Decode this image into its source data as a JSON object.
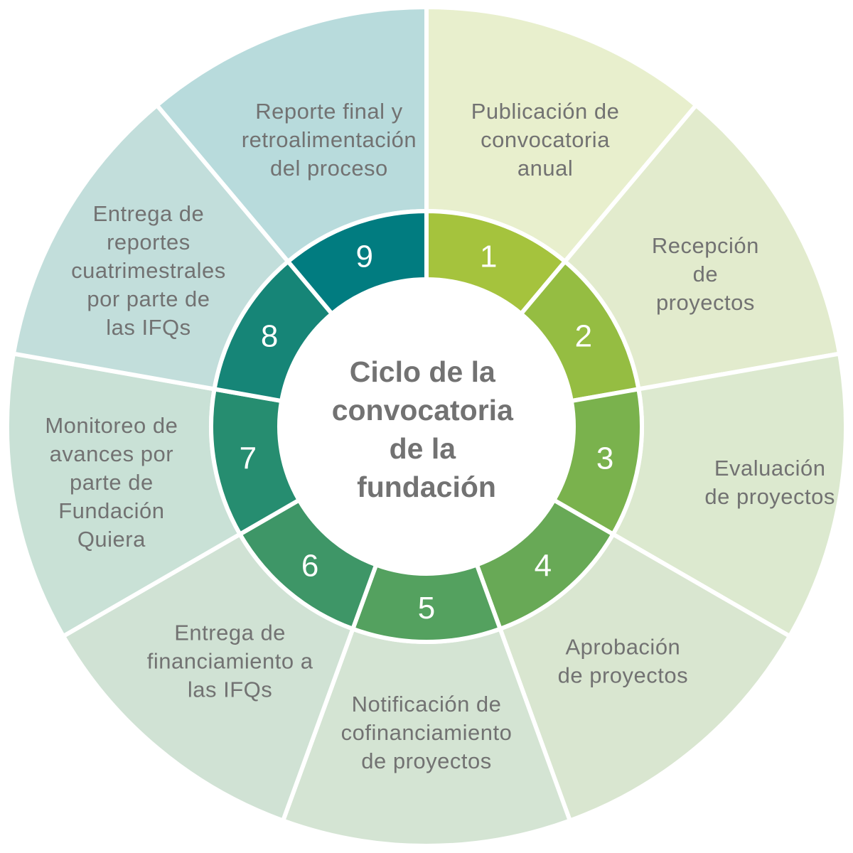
{
  "title_lines": [
    "Ciclo de la",
    "convocatoria",
    "de la",
    "fundación"
  ],
  "steps": [
    {
      "number": "1",
      "label_lines": [
        "Publicación de",
        "convocatoria",
        "anual"
      ],
      "outer_color": "#e8efcd",
      "inner_color": "#a5c33d"
    },
    {
      "number": "2",
      "label_lines": [
        "Recepción",
        "de",
        "proyectos"
      ],
      "outer_color": "#e2ebcd",
      "inner_color": "#95bd42"
    },
    {
      "number": "3",
      "label_lines": [
        "Evaluación",
        "de proyectos"
      ],
      "outer_color": "#dce9cf",
      "inner_color": "#7ab24d"
    },
    {
      "number": "4",
      "label_lines": [
        "Aprobación",
        "de proyectos"
      ],
      "outer_color": "#d9e6d0",
      "inner_color": "#68a956"
    },
    {
      "number": "5",
      "label_lines": [
        "Notificación de",
        "cofinanciamiento",
        "de proyectos"
      ],
      "outer_color": "#d4e4d3",
      "inner_color": "#54a15f"
    },
    {
      "number": "6",
      "label_lines": [
        "Entrega de",
        "financiamiento a",
        "las IFQs"
      ],
      "outer_color": "#d0e2d4",
      "inner_color": "#3e9667"
    },
    {
      "number": "7",
      "label_lines": [
        "Monitoreo de",
        "avances por",
        "parte de",
        "Fundación",
        "Quiera"
      ],
      "outer_color": "#c9e1d6",
      "inner_color": "#268d70"
    },
    {
      "number": "8",
      "label_lines": [
        "Entrega de",
        "reportes",
        "cuatrimestrales",
        "por parte de",
        "las IFQs"
      ],
      "outer_color": "#c2dedb",
      "inner_color": "#168577"
    },
    {
      "number": "9",
      "label_lines": [
        "Reporte final y",
        "retroalimentación",
        "del proceso"
      ],
      "outer_color": "#b8dbdc",
      "inner_color": "#017c80"
    }
  ]
}
